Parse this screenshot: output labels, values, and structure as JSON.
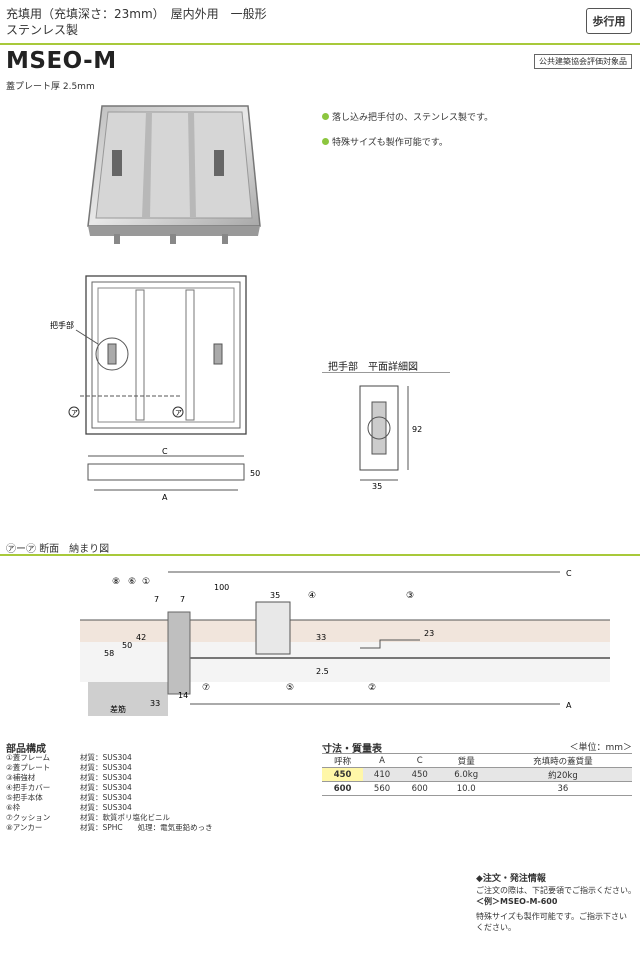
{
  "header": {
    "subtitle_line1": "充填用（充填深さ：23mm）　屋内外用　一般形",
    "subtitle_line2": "ステンレス製",
    "badge": "歩行用",
    "model": "MSEO-M",
    "plate_thickness": "蓋プレート厚 2.5mm",
    "evaluation": "公共建築協会評価対象品"
  },
  "features": [
    "落し込み把手付の、ステンレス製です。",
    "特殊サイズも製作可能です。"
  ],
  "plan_view": {
    "handle_label": "把手部",
    "section_mark": "ア",
    "dim_c": "C",
    "dim_a": "A",
    "dim_height": "50"
  },
  "handle_detail": {
    "title": "把手部　平面詳細図",
    "height": "92",
    "width": "35"
  },
  "section": {
    "title": "㋐ー㋐ 断面　納まり図",
    "dim_100": "100",
    "dim_35": "35",
    "dim_7a": "7",
    "dim_7b": "7",
    "dim_c": "C",
    "dim_a": "A",
    "dim_58": "58",
    "dim_50": "50",
    "dim_42": "42",
    "dim_33a": "33",
    "dim_23": "23",
    "dim_25": "2.5",
    "dim_33b": "33",
    "dim_14": "14",
    "rebar": "差筋",
    "callouts": [
      "①",
      "②",
      "③",
      "④",
      "⑤",
      "⑥",
      "⑦",
      "⑧"
    ]
  },
  "parts": {
    "title": "部品構成",
    "items": [
      {
        "name": "①蓋フレーム",
        "material": "材質：SUS304"
      },
      {
        "name": "②蓋プレート",
        "material": "材質：SUS304"
      },
      {
        "name": "③補強材",
        "material": "材質：SUS304"
      },
      {
        "name": "④把手カバー",
        "material": "材質：SUS304"
      },
      {
        "name": "⑤把手本体",
        "material": "材質：SUS304"
      },
      {
        "name": "⑥枠",
        "material": "材質：SUS304"
      },
      {
        "name": "⑦クッション",
        "material": "材質：軟質ポリ塩化ビニル"
      },
      {
        "name": "⑧アンカー",
        "material": "材質：SPHC　　処理：電気亜鉛めっき"
      }
    ]
  },
  "dimensions": {
    "title": "寸法・質量表",
    "unit": "＜単位：mm＞",
    "headers": [
      "呼称",
      "A",
      "C",
      "質量",
      "充填時の蓋質量"
    ],
    "rows": [
      [
        "450",
        "410",
        "450",
        "6.0kg",
        "約20kg"
      ],
      [
        "600",
        "560",
        "600",
        "10.0",
        "36"
      ]
    ]
  },
  "order": {
    "title": "◆注文・発注情報",
    "line1": "ご注文の際は、下記要領でご指示ください。",
    "line2": "＜例＞MSEO-M-600",
    "line3": "特殊サイズも製作可能です。ご指示下さい",
    "line4": "ください。"
  },
  "colors": {
    "accent": "#a8c93a",
    "bullet": "#8cc63f",
    "highlight": "#fff7a8"
  }
}
